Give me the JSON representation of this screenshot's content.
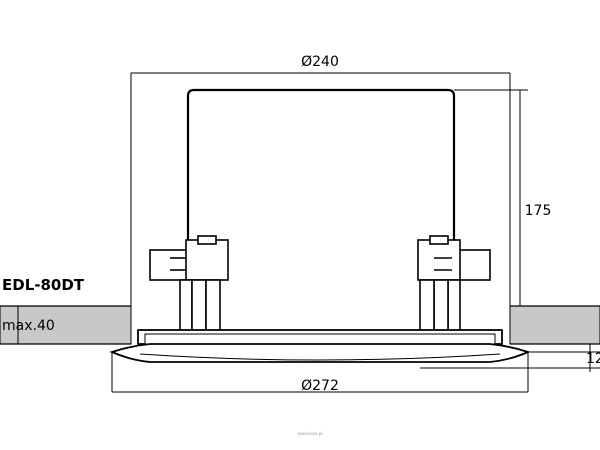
{
  "diagram": {
    "model_label": "EDL-80DT",
    "dimensions": {
      "top_diameter": "Ø240",
      "height": "175",
      "ceiling_thickness": "max.40",
      "flange_height": "12",
      "bottom_diameter": "Ø272"
    },
    "watermark": "www.kasa.pl"
  }
}
